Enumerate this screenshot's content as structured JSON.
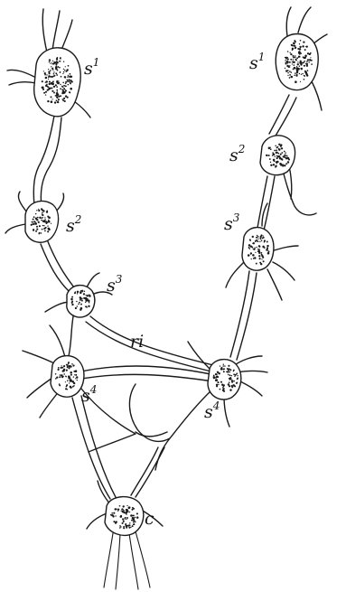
{
  "labels": {
    "left_s1": {
      "base": "s",
      "sup": "1"
    },
    "left_s2": {
      "base": "s",
      "sup": "2"
    },
    "left_s3": {
      "base": "s",
      "sup": "3"
    },
    "left_s4": {
      "base": "s",
      "sup": "4"
    },
    "right_s1": {
      "base": "s",
      "sup": "1"
    },
    "right_s2": {
      "base": "s",
      "sup": "2"
    },
    "right_s3": {
      "base": "s",
      "sup": "3"
    },
    "right_s4": {
      "base": "s",
      "sup": "4"
    },
    "ri": "ri",
    "c": "c"
  },
  "colors": {
    "ink": "#1a1a1a",
    "paper": "#ffffff"
  }
}
